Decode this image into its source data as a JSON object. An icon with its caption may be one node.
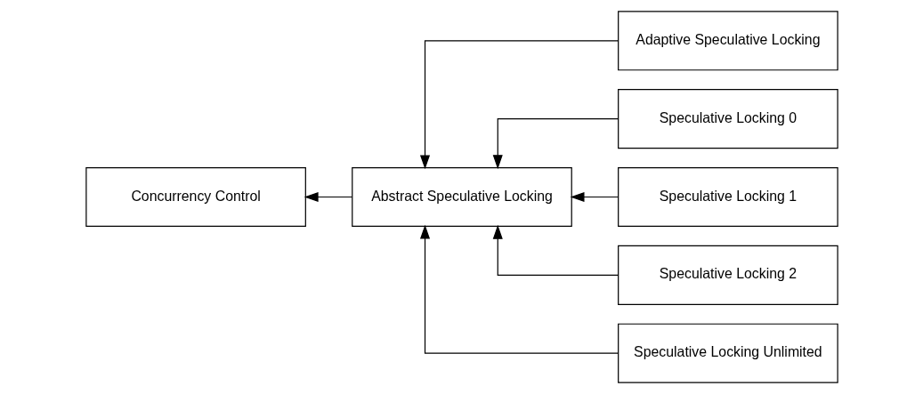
{
  "diagram": {
    "nodes": [
      {
        "text": [
          "Concurrency Control"
        ]
      },
      {
        "text": [
          "Abstract Speculative Locking"
        ]
      },
      {
        "text": [
          "Adaptive Speculative Locking"
        ]
      },
      {
        "text": [
          "Speculative Locking 0"
        ]
      },
      {
        "text": [
          "Speculative Locking 1"
        ]
      },
      {
        "text": [
          "Speculative Locking 2"
        ]
      },
      {
        "text": [
          "Speculative Locking Unlimited"
        ]
      }
    ],
    "edges": [
      {
        "from": 1,
        "to": 0,
        "arrow": "to"
      },
      {
        "from": 2,
        "to": 1,
        "arrow": "to"
      },
      {
        "from": 3,
        "to": 1,
        "arrow": "to"
      },
      {
        "from": 4,
        "to": 1,
        "arrow": "to"
      },
      {
        "from": 5,
        "to": 1,
        "arrow": "to"
      },
      {
        "from": 6,
        "to": 1,
        "arrow": "to"
      }
    ]
  }
}
